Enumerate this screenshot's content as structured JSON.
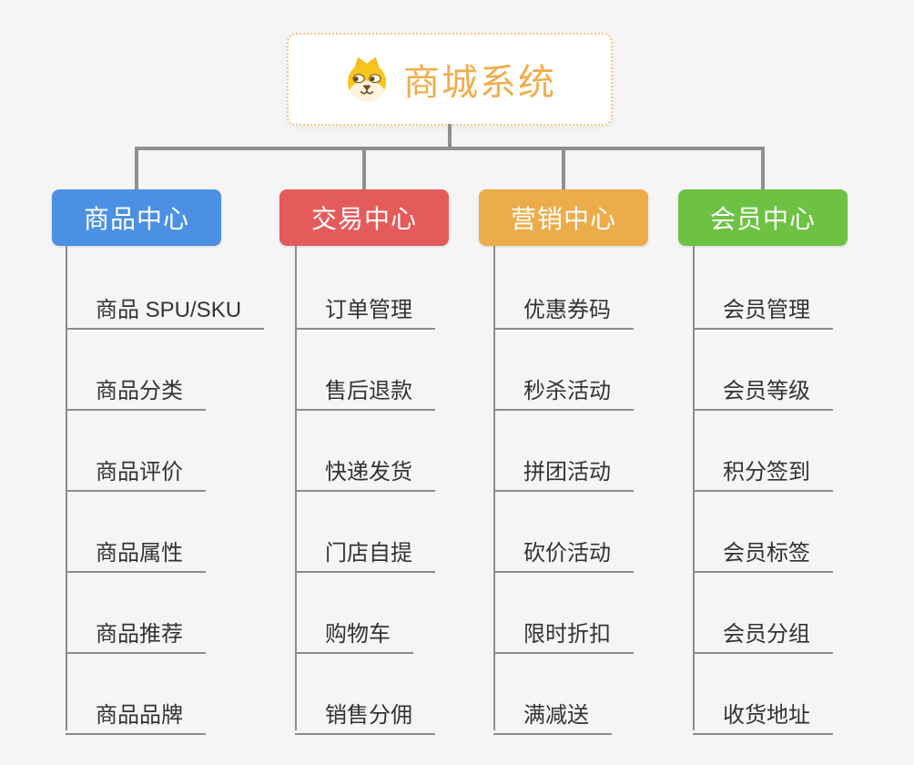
{
  "page": {
    "background_color": "#F5F5F5",
    "connector_color": "#8F8F8F"
  },
  "root": {
    "label": "商城系统",
    "icon": "dog-face-icon",
    "text_color": "#F0AD4D",
    "border_color": "#F6C77B"
  },
  "branches": [
    {
      "label": "商品中心",
      "color": "#4B90E2",
      "children": [
        "商品 SPU/SKU",
        "商品分类",
        "商品评价",
        "商品属性",
        "商品推荐",
        "商品品牌"
      ]
    },
    {
      "label": "交易中心",
      "color": "#E55B5B",
      "children": [
        "订单管理",
        "售后退款",
        "快递发货",
        "门店自提",
        "购物车",
        "销售分佣"
      ]
    },
    {
      "label": "营销中心",
      "color": "#ECAC49",
      "children": [
        "优惠券码",
        "秒杀活动",
        "拼团活动",
        "砍价活动",
        "限时折扣",
        "满减送"
      ]
    },
    {
      "label": "会员中心",
      "color": "#6DC244",
      "children": [
        "会员管理",
        "会员等级",
        "积分签到",
        "会员标签",
        "会员分组",
        "收货地址"
      ]
    }
  ]
}
